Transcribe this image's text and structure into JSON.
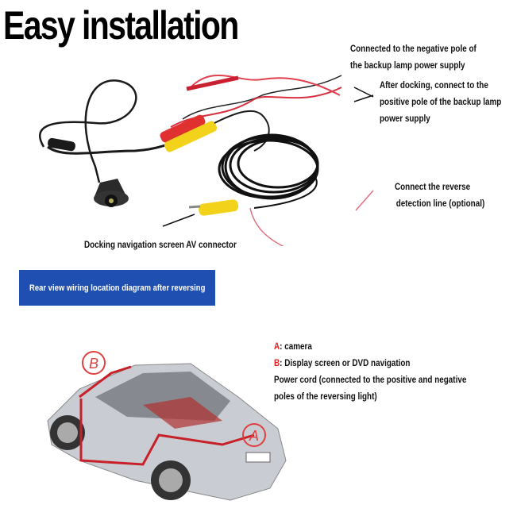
{
  "title": "Easy installation",
  "callouts": {
    "negative_pole": [
      "Connected to the negative pole of",
      "the backup lamp power supply"
    ],
    "positive_pole": [
      "After docking, connect to the",
      "positive pole of the backup lamp",
      "power supply"
    ],
    "reverse_detection": [
      "Connect the reverse",
      "detection line (optional)"
    ],
    "av_connector": "Docking navigation screen AV connector"
  },
  "banner": "Rear view wiring location diagram after reversing",
  "legend": {
    "a_key": "A",
    "a_text": ": camera",
    "b_key": "B",
    "b_text": ": Display screen or DVD navigation",
    "power_lines": [
      "Power cord (connected to the positive and negative",
      "poles of the reversing light)"
    ]
  },
  "diagram_labels": {
    "a": "A",
    "b": "B"
  },
  "colors": {
    "banner": "#1f4fb0",
    "wire_red": "#d0202a",
    "rca_yellow": "#f2d21a",
    "legend_key": "#e02020"
  }
}
